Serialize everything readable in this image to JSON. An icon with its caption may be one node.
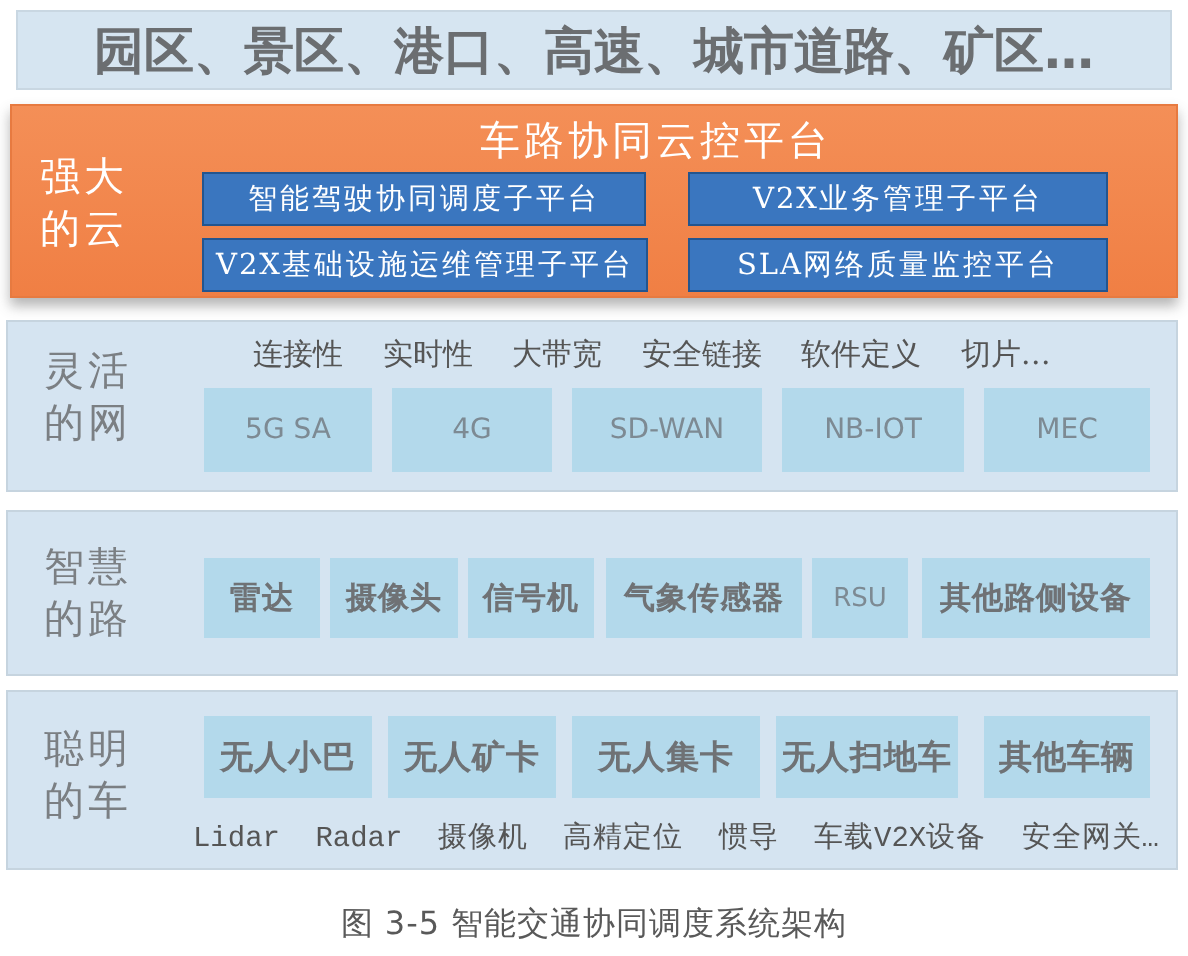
{
  "diagram": {
    "caption": "图 3-5 智能交通协同调度系统架构",
    "nodes": [
      {
        "text": [
          "园区、景区、港口、高速、城市道路、矿区…"
        ]
      },
      {
        "text": [
          "强大的云",
          "车路协同云控平台"
        ]
      },
      {
        "text": [
          "智能驾驶协同调度子平台"
        ],
        "in": 1
      },
      {
        "text": [
          "V2X业务管理子平台"
        ],
        "in": 1
      },
      {
        "text": [
          "V2X基础设施运维管理子平台"
        ],
        "in": 1
      },
      {
        "text": [
          "SLA网络质量监控平台"
        ],
        "in": 1
      },
      {
        "text": [
          "灵活的网",
          "连接性 实时性 大带宽 安全链接 软件定义 切片…"
        ]
      },
      {
        "text": [
          "5G SA"
        ],
        "in": 6
      },
      {
        "text": [
          "4G"
        ],
        "in": 6
      },
      {
        "text": [
          "SD-WAN"
        ],
        "in": 6
      },
      {
        "text": [
          "NB-IOT"
        ],
        "in": 6
      },
      {
        "text": [
          "MEC"
        ],
        "in": 6
      },
      {
        "text": [
          "智慧的路"
        ]
      },
      {
        "text": [
          "雷达"
        ],
        "in": 12
      },
      {
        "text": [
          "摄像头"
        ],
        "in": 12
      },
      {
        "text": [
          "信号机"
        ],
        "in": 12
      },
      {
        "text": [
          "气象传感器"
        ],
        "in": 12
      },
      {
        "text": [
          "RSU"
        ],
        "in": 12
      },
      {
        "text": [
          "其他路侧设备"
        ],
        "in": 12
      },
      {
        "text": [
          "聪明的车",
          "Lidar Radar 摄像机 高精定位 惯导 车载V2X设备 安全网关…"
        ]
      },
      {
        "text": [
          "无人小巴"
        ],
        "in": 19
      },
      {
        "text": [
          "无人矿卡"
        ],
        "in": 19
      },
      {
        "text": [
          "无人集卡"
        ],
        "in": 19
      },
      {
        "text": [
          "无人扫地车"
        ],
        "in": 19
      },
      {
        "text": [
          "其他车辆"
        ],
        "in": 19
      }
    ]
  }
}
